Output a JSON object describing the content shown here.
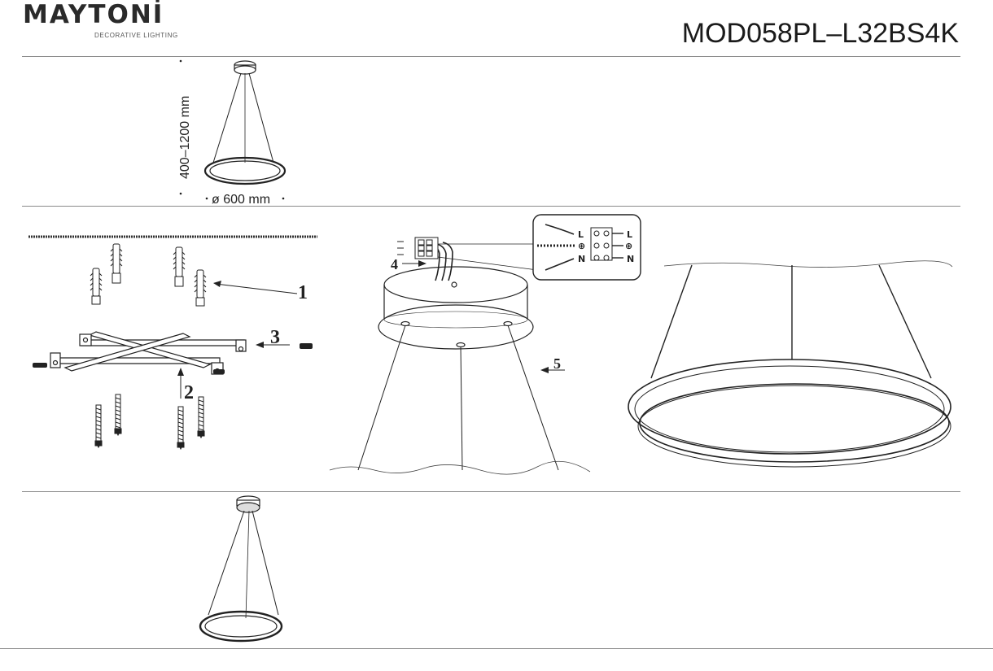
{
  "header": {
    "brand": "MAYTONİ",
    "brand_tagline": "DECORATIVE LIGHTING",
    "model": "MOD058PL–L32BS4K"
  },
  "dimensions": {
    "height": "400–1200 mm",
    "diameter": "ø 600 mm"
  },
  "callouts": {
    "wall_plug": "1",
    "screw": "2",
    "bracket_screw": "3",
    "wires": "4",
    "cables": "5"
  },
  "wiring": {
    "terminal_l": "L",
    "terminal_earth": "⊕",
    "terminal_n": "N"
  },
  "icons": {
    "earth_symbol": "earth-ground-icon"
  }
}
